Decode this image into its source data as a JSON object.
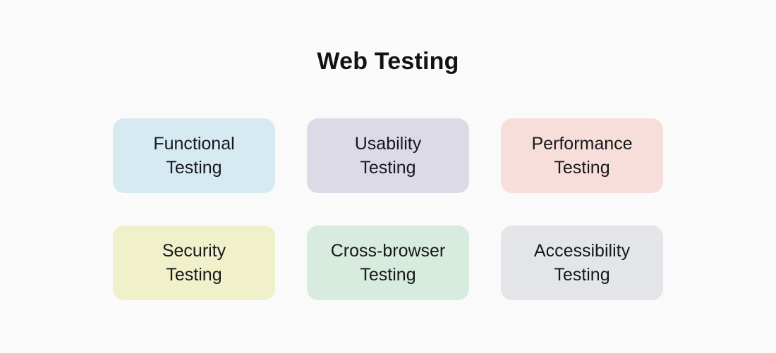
{
  "page": {
    "title": "Web Testing",
    "background_color": "#fafafa",
    "title_color": "#121212",
    "label_color": "#17181c"
  },
  "boxes": [
    {
      "label": "Functional\nTesting",
      "color": "#d6eaf2"
    },
    {
      "label": "Usability\nTesting",
      "color": "#dcdae7"
    },
    {
      "label": "Performance\nTesting",
      "color": "#f7dedb"
    },
    {
      "label": "Security\nTesting",
      "color": "#f0f0ca"
    },
    {
      "label": "Cross-browser\nTesting",
      "color": "#d7ebde"
    },
    {
      "label": "Accessibility\nTesting",
      "color": "#e4e5e9"
    }
  ]
}
